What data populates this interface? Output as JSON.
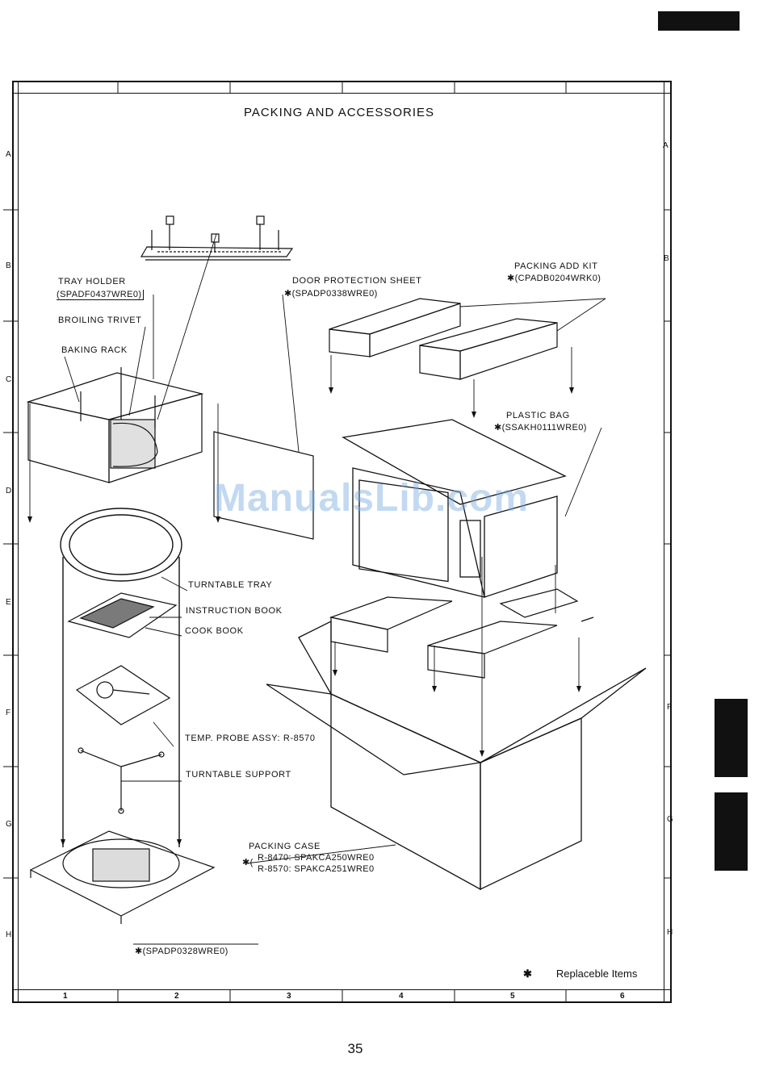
{
  "title": "PACKING AND ACCESSORIES",
  "row_labels": [
    "A",
    "B",
    "C",
    "D",
    "E",
    "F",
    "G",
    "H"
  ],
  "col_labels": [
    "1",
    "2",
    "3",
    "4",
    "5",
    "6"
  ],
  "parts": {
    "tray_holder": {
      "label": "TRAY HOLDER",
      "code": "(SPADF0437WRE0)"
    },
    "broiling_trivet": {
      "label": "BROILING TRIVET"
    },
    "baking_rack": {
      "label": "BAKING RACK"
    },
    "door_protection_sheet": {
      "label": "DOOR PROTECTION SHEET",
      "code": "✱(SPADP0338WRE0)"
    },
    "packing_add_kit": {
      "label": "PACKING ADD KIT",
      "code": "✱(CPADB0204WRK0)"
    },
    "plastic_bag": {
      "label": "PLASTIC BAG",
      "code": "✱(SSAKH0111WRE0)"
    },
    "turntable_tray": {
      "label": "TURNTABLE TRAY"
    },
    "instruction_book": {
      "label": "INSTRUCTION BOOK"
    },
    "cook_book": {
      "label": "COOK BOOK"
    },
    "temp_probe": {
      "label": "TEMP. PROBE ASSY: R-8570"
    },
    "turntable_support": {
      "label": "TURNTABLE SUPPORT"
    },
    "packing_case": {
      "label": "PACKING CASE",
      "line1": "R-8470:  SPAKCA250WRE0",
      "line2": "R-8570:  SPAKCA251WRE0"
    },
    "bottom_pad": {
      "code": "✱(SPADP0328WRE0)"
    }
  },
  "legend": {
    "symbol": "✱",
    "text": "Replaceble Items"
  },
  "page_number": "35",
  "watermark": "ManualsLib.com",
  "colors": {
    "ink": "#111111",
    "watermark": "#78aae1"
  }
}
